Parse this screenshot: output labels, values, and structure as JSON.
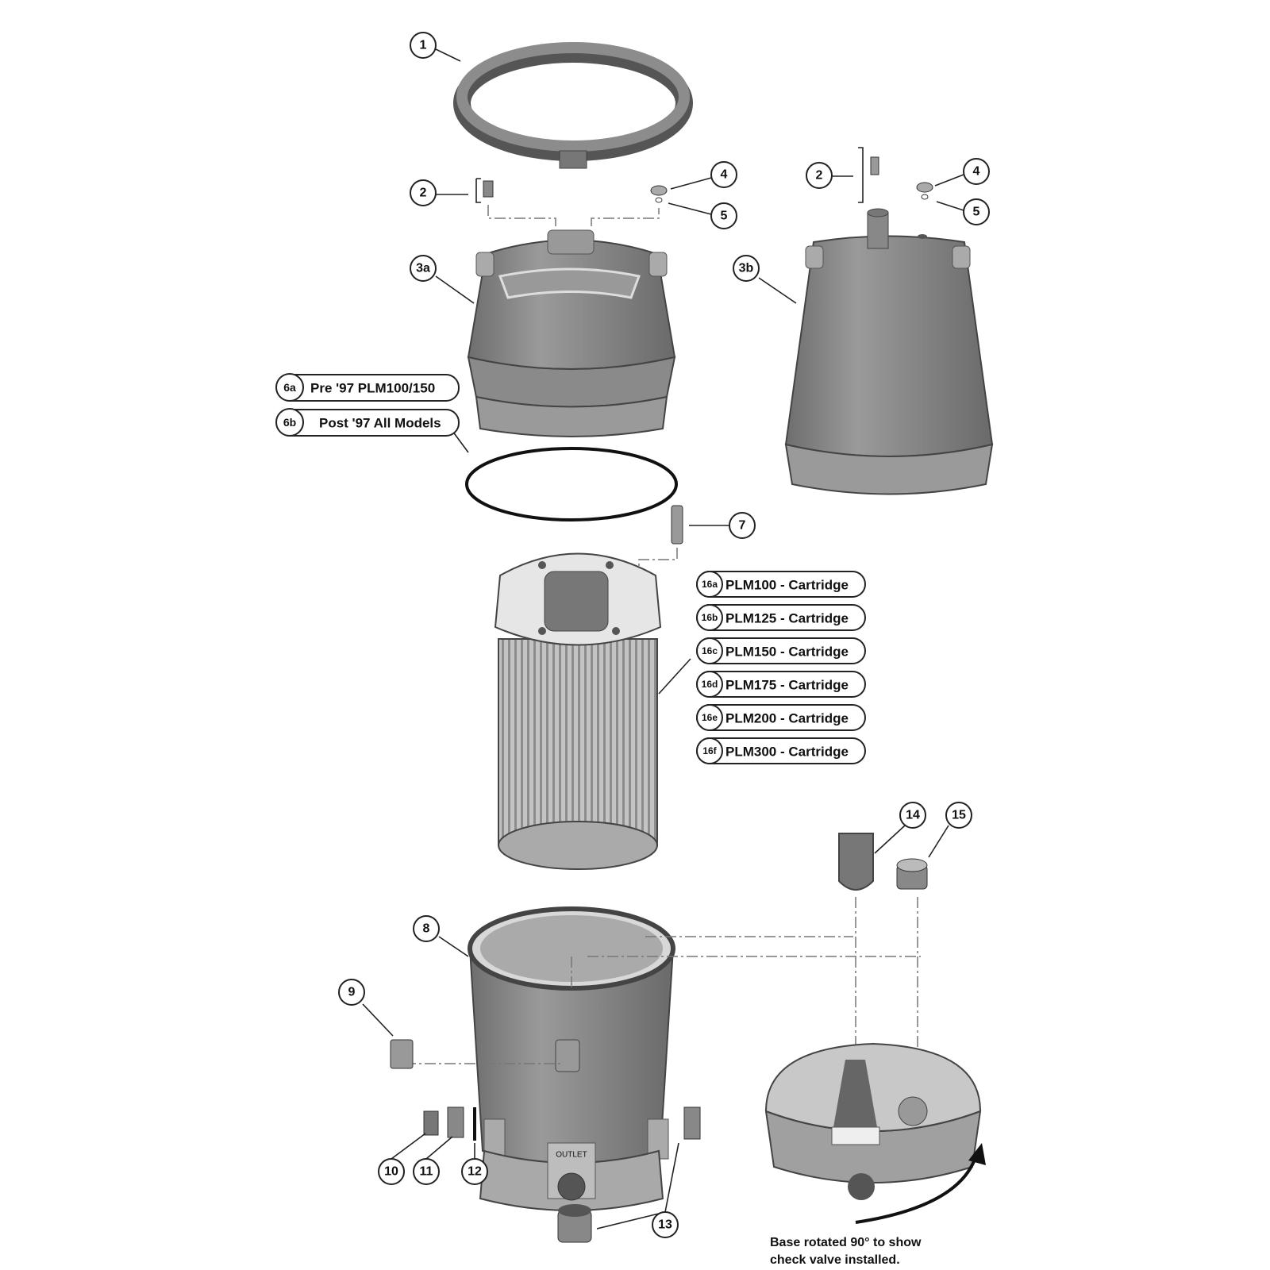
{
  "callouts": {
    "c1": "1",
    "c2a": "2",
    "c4a": "4",
    "c5a": "5",
    "c3a": "3a",
    "c2b": "2",
    "c4b": "4",
    "c5b": "5",
    "c3b": "3b",
    "c7": "7",
    "c8": "8",
    "c9": "9",
    "c10": "10",
    "c11": "11",
    "c12": "12",
    "c13": "13",
    "c14": "14",
    "c15": "15"
  },
  "orings": [
    {
      "id": "6a",
      "label": "Pre '97 PLM100/150"
    },
    {
      "id": "6b",
      "label": "Post '97 All Models"
    }
  ],
  "cartridges": [
    {
      "id": "16a",
      "label": "PLM100 - Cartridge"
    },
    {
      "id": "16b",
      "label": "PLM125 - Cartridge"
    },
    {
      "id": "16c",
      "label": "PLM150 - Cartridge"
    },
    {
      "id": "16d",
      "label": "PLM175 - Cartridge"
    },
    {
      "id": "16e",
      "label": "PLM200 - Cartridge"
    },
    {
      "id": "16f",
      "label": "PLM300 - Cartridge"
    }
  ],
  "base_label": "OUTLET",
  "caption": {
    "line1": "Base rotated 90° to show",
    "line2": "check valve installed."
  },
  "colors": {
    "part_fill": "#8a8a8a",
    "part_light": "#b5b5b5",
    "line": "#222222"
  }
}
